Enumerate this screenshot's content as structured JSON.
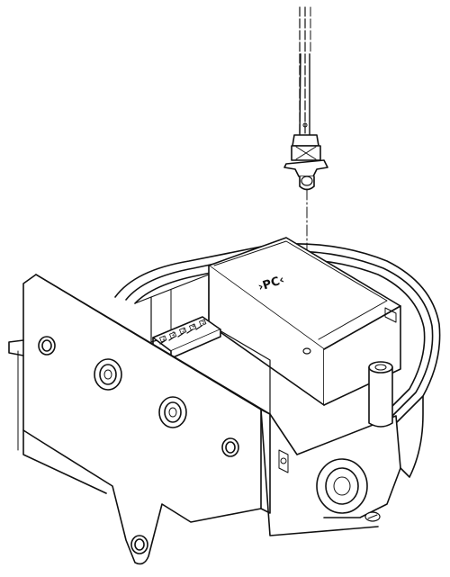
{
  "diagram": {
    "cover_label": "›PC‹",
    "terminal_labels": [
      "1",
      "2",
      "3",
      "4",
      "5"
    ],
    "colors": {
      "line": "#111111",
      "background": "#ffffff"
    }
  }
}
